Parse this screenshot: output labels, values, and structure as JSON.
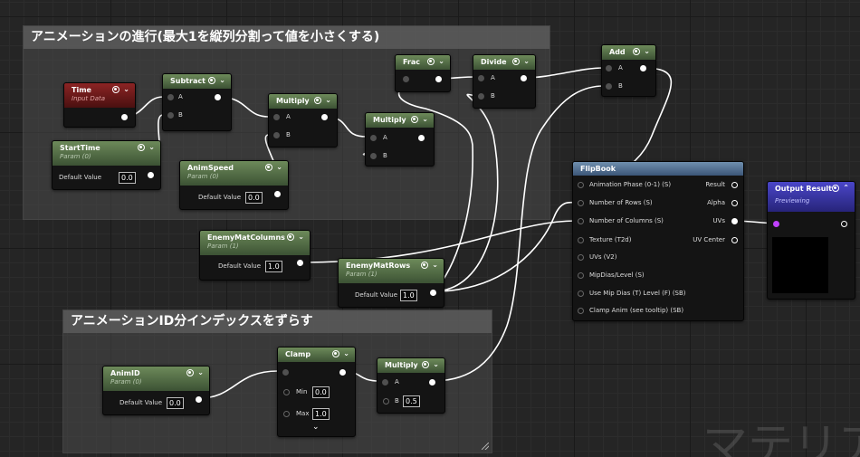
{
  "comments": {
    "progress_title": "アニメーションの進行(最大1を縦列分割って値を小さくする)",
    "offset_title": "アニメーションID分インデックスをずらす"
  },
  "watermark": "マテリアル",
  "nodes": {
    "time": {
      "title": "Time",
      "subtitle": "Input Data"
    },
    "subtract": {
      "title": "Subtract",
      "pin_a": "A",
      "pin_b": "B"
    },
    "starttime": {
      "title": "StartTime",
      "subtitle": "Param (0)",
      "default_label": "Default Value",
      "default_value": "0.0"
    },
    "animspeed": {
      "title": "AnimSpeed",
      "subtitle": "Param (0)",
      "default_label": "Default Value",
      "default_value": "0.0"
    },
    "multiply1": {
      "title": "Multiply",
      "pin_a": "A",
      "pin_b": "B"
    },
    "multiply2": {
      "title": "Multiply",
      "pin_a": "A",
      "pin_b": "B"
    },
    "frac": {
      "title": "Frac"
    },
    "divide": {
      "title": "Divide",
      "pin_a": "A",
      "pin_b": "B"
    },
    "add": {
      "title": "Add",
      "pin_a": "A",
      "pin_b": "B"
    },
    "flipbook": {
      "title": "FlipBook",
      "inputs": [
        "Animation  Phase (0-1) (S)",
        "Number of Rows (S)",
        "Number of Columns (S)",
        "Texture (T2d)",
        "UVs (V2)",
        "MipDias/Level (S)",
        "Use Mip Dias (T) Level (F) (SB)",
        "Clamp Anim (see tooltip) (SB)"
      ],
      "outputs": [
        "Result",
        "Alpha",
        "UVs",
        "UV Center"
      ]
    },
    "output": {
      "title": "Output Result",
      "subtitle": "Previewing"
    },
    "matcolumns": {
      "title": "EnemyMatColumns",
      "subtitle": "Param (1)",
      "default_label": "Default Value",
      "default_value": "1.0"
    },
    "matrows": {
      "title": "EnemyMatRows",
      "subtitle": "Param (1)",
      "default_label": "Default Value",
      "default_value": "1.0"
    },
    "animid": {
      "title": "AnimID",
      "subtitle": "Param (0)",
      "default_label": "Default Value",
      "default_value": "0.0"
    },
    "clamp": {
      "title": "Clamp",
      "min_label": "Min",
      "min_value": "0.0",
      "max_label": "Max",
      "max_value": "1.0"
    },
    "multiply3": {
      "title": "Multiply",
      "pin_a": "A",
      "pin_b": "B",
      "b_value": "0.5"
    }
  },
  "colors": {
    "param_header": "#4f6b43",
    "input_header": "#7a1c1c",
    "function_header": "#52708f",
    "output_header": "#34309e",
    "wire": "#ffffff",
    "uv_pin": "#c040ff"
  },
  "icons": [
    "collapse-chevron-icon",
    "preview-toggle-icon",
    "resize-grip-icon",
    "expand-chevron-icon"
  ]
}
